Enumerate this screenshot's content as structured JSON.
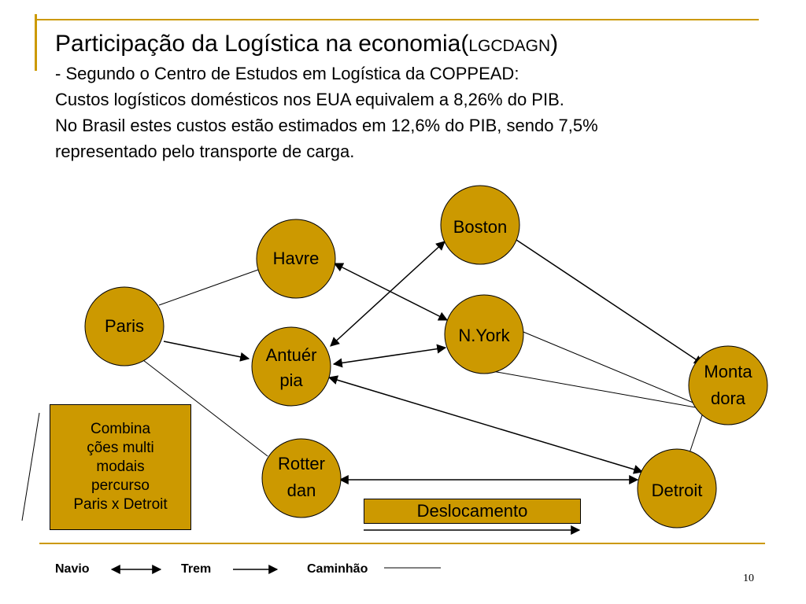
{
  "title": {
    "main": "Participação da Logística na economia(",
    "small": "LGCDAGN",
    "close": ")"
  },
  "body_lines": [
    "- Segundo o Centro de Estudos em Logística da COPPEAD:",
    "Custos logísticos domésticos nos EUA equivalem a 8,26% do PIB.",
    "No Brasil estes custos estão estimados em 12,6% do PIB, sendo 7,5%",
    "representado pelo transporte de carga."
  ],
  "nodes": {
    "paris": [
      "Paris"
    ],
    "havre": [
      "Havre"
    ],
    "antuerpia": [
      "Antuér",
      "pia"
    ],
    "rotterdan": [
      "Rotter",
      "dan"
    ],
    "boston": [
      "Boston"
    ],
    "nyork": [
      "N.York"
    ],
    "montadora": [
      "Monta",
      "dora"
    ],
    "detroit": [
      "Detroit"
    ]
  },
  "combo_box": {
    "lines": [
      "Combina",
      "ções multi",
      "modais",
      "percurso",
      "Paris x Detroit"
    ]
  },
  "deslocamento": "Deslocamento",
  "legend": {
    "navio": "Navio",
    "trem": "Trem",
    "caminhao": "Caminhão"
  },
  "page_number": "10",
  "colors": {
    "accent": "#cc9900",
    "node_fill": "#cc9900",
    "line": "#000000"
  }
}
